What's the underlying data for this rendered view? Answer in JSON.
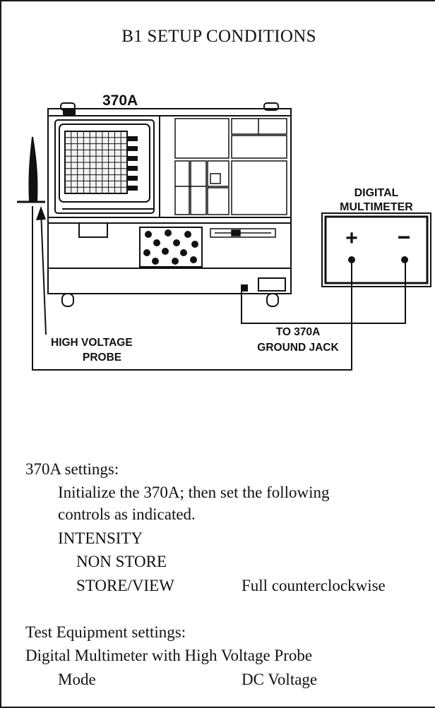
{
  "title": "B1 SETUP CONDITIONS",
  "diagram": {
    "instrument_label": "370A",
    "multimeter_label_line1": "DIGITAL",
    "multimeter_label_line2": "MULTIMETER",
    "plus_symbol": "+",
    "minus_symbol": "−",
    "probe_label_line1": "HIGH VOLTAGE",
    "probe_label_line2": "PROBE",
    "ground_label_line1": "TO 370A",
    "ground_label_line2": "GROUND JACK"
  },
  "settings_370a": {
    "heading": "370A settings:",
    "instruction_line1": "Initialize the 370A; then set the following",
    "instruction_line2": "controls as indicated.",
    "group": "INTENSITY",
    "item1_name": "NON STORE",
    "item2_name": "STORE/VIEW",
    "item2_value": "Full counterclockwise"
  },
  "test_equipment": {
    "heading": "Test Equipment settings:",
    "line": "Digital Multimeter with High Voltage Probe",
    "mode_label": "Mode",
    "mode_value": "DC Voltage"
  }
}
